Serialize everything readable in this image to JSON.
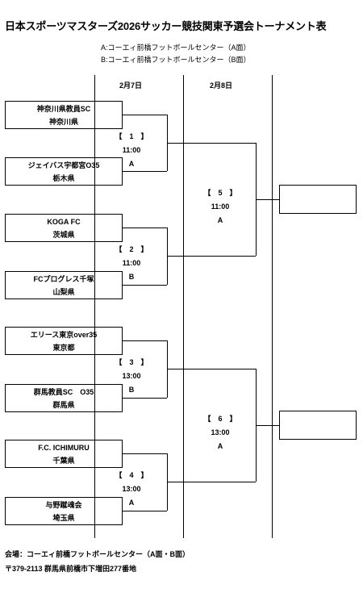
{
  "title": "日本スポーツマスターズ2026サッカー競技関東予選会トーナメント表",
  "venues": {
    "a": "A:コーエィ前橋フットボールセンター（A面）",
    "b": "B:コーエィ前橋フットボールセンター（B面）"
  },
  "dates": {
    "day1": "2月7日",
    "day2": "2月8日"
  },
  "teams": [
    {
      "name": "神奈川県教員SC",
      "pref": "神奈川県"
    },
    {
      "name": "ジェイバス宇都宮O35",
      "pref": "栃木県"
    },
    {
      "name": "KOGA FC",
      "pref": "茨城県"
    },
    {
      "name": "FCプログレス千塚",
      "pref": "山梨県"
    },
    {
      "name": "エリース東京over35",
      "pref": "東京都"
    },
    {
      "name": "群馬教員SC　O35",
      "pref": "群馬県"
    },
    {
      "name": "F.C. ICHIMURU",
      "pref": "千葉県"
    },
    {
      "name": "与野蹴魂会",
      "pref": "埼玉県"
    }
  ],
  "matches": [
    {
      "no": "【　1　】",
      "time": "11:00",
      "court": "A"
    },
    {
      "no": "【　2　】",
      "time": "11:00",
      "court": "B"
    },
    {
      "no": "【　3　】",
      "time": "13:00",
      "court": "B"
    },
    {
      "no": "【　4　】",
      "time": "13:00",
      "court": "A"
    },
    {
      "no": "【　5　】",
      "time": "11:00",
      "court": "A"
    },
    {
      "no": "【　6　】",
      "time": "13:00",
      "court": "A"
    }
  ],
  "footer": {
    "venue": "会場：コーエィ前橋フットボールセンター（A面・B面）",
    "address": "〒379-2113 群馬県前橋市下増田277番地"
  }
}
